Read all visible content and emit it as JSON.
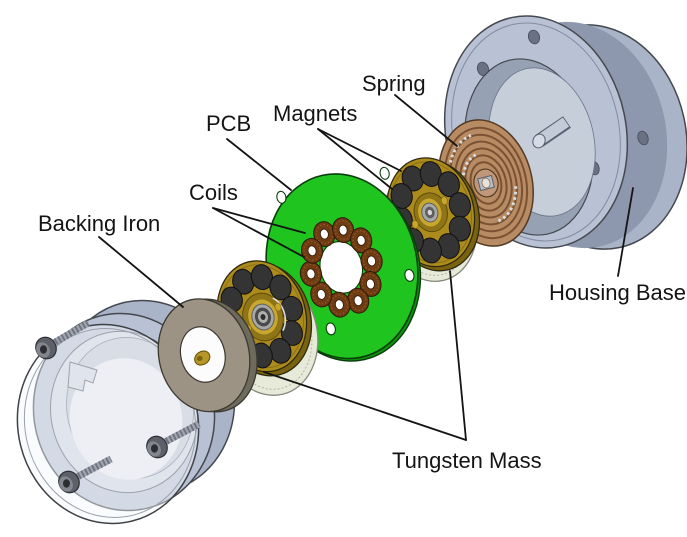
{
  "background": "#ffffff",
  "labels": [
    {
      "id": "spring",
      "text": "Spring"
    },
    {
      "id": "magnets",
      "text": "Magnets"
    },
    {
      "id": "pcb",
      "text": "PCB"
    },
    {
      "id": "coils",
      "text": "Coils"
    },
    {
      "id": "backing-iron",
      "text": "Backing Iron"
    },
    {
      "id": "housing-base",
      "text": "Housing Base"
    },
    {
      "id": "tungsten-mass",
      "text": "Tungsten Mass"
    }
  ],
  "assembly": {
    "coil_count": 10,
    "magnet_count_per_rotor": 10,
    "cover_screw_count": 3,
    "flange_hole_count": 5,
    "pcb_rim_hole_count": 4
  },
  "colors": {
    "label_color": "#141414",
    "pcb_green": "#1fc41f",
    "pcb_green_dark": "#0c930c",
    "coil_copper": "#6e3b12",
    "coil_speckle": "#9a5f28",
    "rotor_gold": "#ac8b1d",
    "rotor_gold_dark": "#7a6310",
    "hub_gold": "#c8a72e",
    "magnet_black": "#343434",
    "spring_copper": "#b78b64",
    "spring_copper_dark": "#7a5231",
    "housing_light": "#b9c2d4",
    "housing_mid": "#8d97ad",
    "housing_back": "#aab4c8",
    "backing_iron": "#9c9384",
    "backing_iron_dark": "#6e6a5c",
    "tungsten_cream": "#e7ead8",
    "bearing_silver": "#a8a8a8",
    "screw_gray": "#5d6068",
    "bg": "#ffffff"
  }
}
